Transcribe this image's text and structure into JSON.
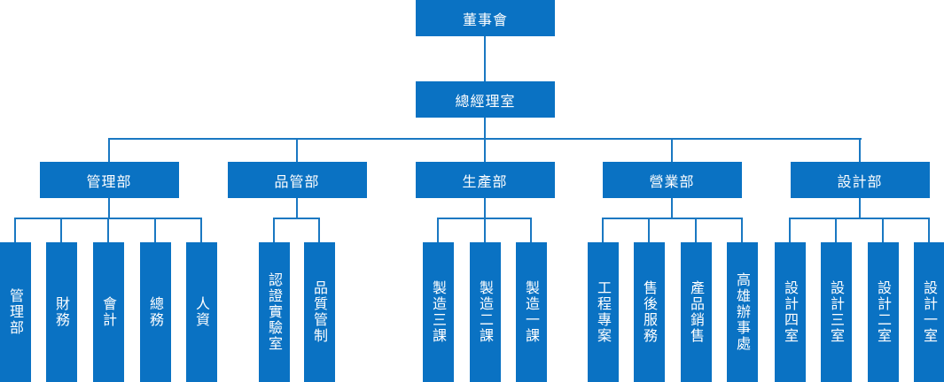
{
  "root": "董事會",
  "gm": "總經理室",
  "departments": [
    {
      "name": "管理部",
      "units": [
        "管理部",
        "財務",
        "會計",
        "總務",
        "人資"
      ]
    },
    {
      "name": "品管部",
      "units": [
        "認證實驗室",
        "品質管制"
      ]
    },
    {
      "name": "生產部",
      "units": [
        "製造三課",
        "製造二課",
        "製造一課"
      ]
    },
    {
      "name": "營業部",
      "units": [
        "工程專案",
        "售後服務",
        "產品銷售",
        "高雄辦事處"
      ]
    },
    {
      "name": "設計部",
      "units": [
        "設計四室",
        "設計三室",
        "設計二室",
        "設計一室"
      ]
    }
  ],
  "colors": {
    "box": "#0a72c3",
    "line": "#1a78c2",
    "text": "#ffffff"
  }
}
